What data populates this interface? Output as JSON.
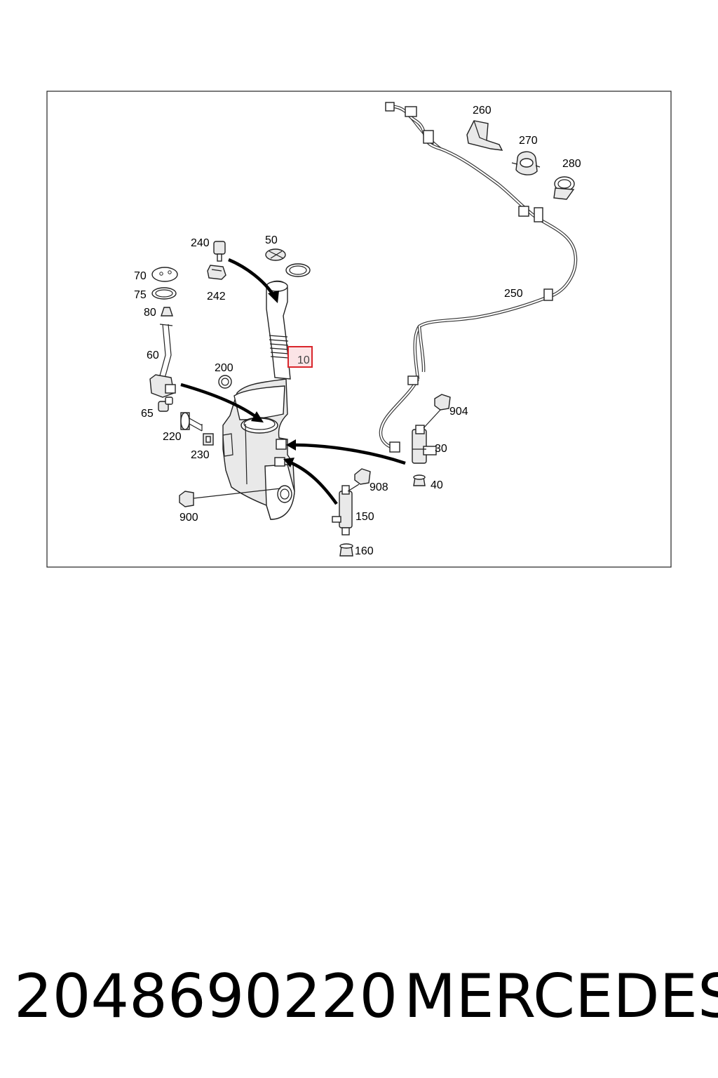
{
  "diagram": {
    "callouts": [
      {
        "id": "260",
        "text": "260"
      },
      {
        "id": "270",
        "text": "270"
      },
      {
        "id": "280",
        "text": "280"
      },
      {
        "id": "240",
        "text": "240"
      },
      {
        "id": "50",
        "text": "50"
      },
      {
        "id": "70",
        "text": "70"
      },
      {
        "id": "75",
        "text": "75"
      },
      {
        "id": "242",
        "text": "242"
      },
      {
        "id": "80",
        "text": "80"
      },
      {
        "id": "250",
        "text": "250"
      },
      {
        "id": "60",
        "text": "60"
      },
      {
        "id": "10",
        "text": "10",
        "highlighted": true
      },
      {
        "id": "200",
        "text": "200"
      },
      {
        "id": "904",
        "text": "904"
      },
      {
        "id": "65",
        "text": "65"
      },
      {
        "id": "30",
        "text": "30"
      },
      {
        "id": "220",
        "text": "220"
      },
      {
        "id": "230",
        "text": "230"
      },
      {
        "id": "908",
        "text": "908"
      },
      {
        "id": "40",
        "text": "40"
      },
      {
        "id": "900",
        "text": "900"
      },
      {
        "id": "150",
        "text": "150"
      },
      {
        "id": "160",
        "text": "160"
      }
    ],
    "highlight_color": "#d9262c"
  },
  "footer": {
    "part_number": "2048690220",
    "brand": "MERCEDES"
  }
}
